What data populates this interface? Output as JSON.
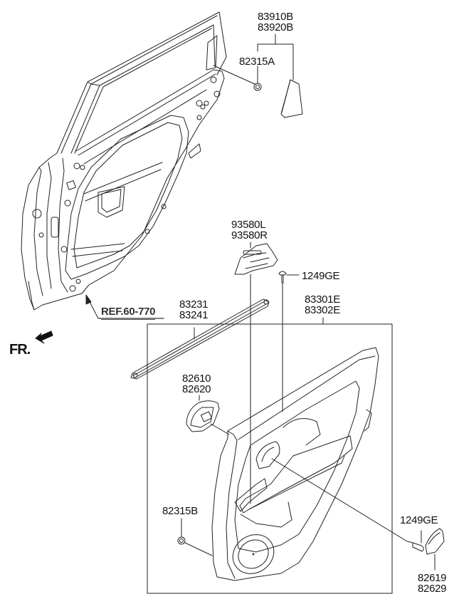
{
  "diagram": {
    "title": "Rear Door Trim Assembly",
    "direction_label": "FR.",
    "reference": "REF.60-770",
    "callouts": [
      {
        "id": "glass-corner-cover",
        "lines": [
          "83910B",
          "83920B"
        ]
      },
      {
        "id": "clip-a",
        "lines": [
          "82315A"
        ]
      },
      {
        "id": "power-window-switch",
        "lines": [
          "93580L",
          "93580R"
        ]
      },
      {
        "id": "screw-top",
        "lines": [
          "1249GE"
        ]
      },
      {
        "id": "door-trim-panel",
        "lines": [
          "83301E",
          "83302E"
        ]
      },
      {
        "id": "belt-weatherstrip",
        "lines": [
          "83231",
          "83241"
        ]
      },
      {
        "id": "inside-handle",
        "lines": [
          "82610",
          "82620"
        ]
      },
      {
        "id": "clip-b",
        "lines": [
          "82315B"
        ]
      },
      {
        "id": "screw-bottom",
        "lines": [
          "1249GE"
        ]
      },
      {
        "id": "handle-cover",
        "lines": [
          "82619",
          "82629"
        ]
      }
    ]
  }
}
